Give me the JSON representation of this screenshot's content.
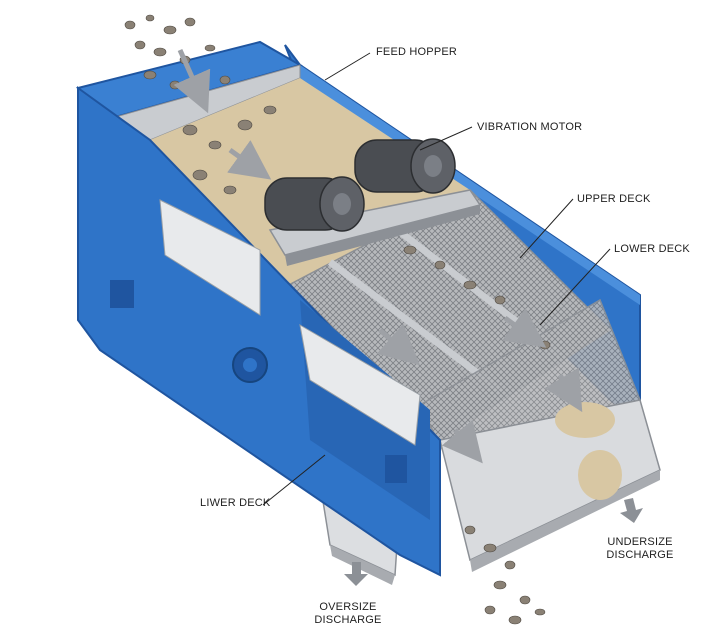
{
  "labels": {
    "feed_hopper": "FEED HOPPER",
    "vibration_motor": "VIBRATION MOTOR",
    "upper_deck": "UPPER DECK",
    "lower_deck": "LOWER DECK",
    "lwer_deck": "LIWER DECK",
    "undersize_line1": "UNDERSIZE",
    "undersize_line2": "DISCHARGE",
    "oversize_line1": "OVERSIZE",
    "oversize_line2": "DISCHARGE"
  },
  "colors": {
    "frame_blue": "#2f74c8",
    "frame_blue_dark": "#1f55a0",
    "frame_blue_light": "#4b8fdc",
    "steel": "#c9ccd0",
    "steel_dark": "#8c9096",
    "motor": "#4a4d52",
    "gravel": "#8a8175",
    "sand": "#d8c7a3",
    "leader": "#222222"
  }
}
